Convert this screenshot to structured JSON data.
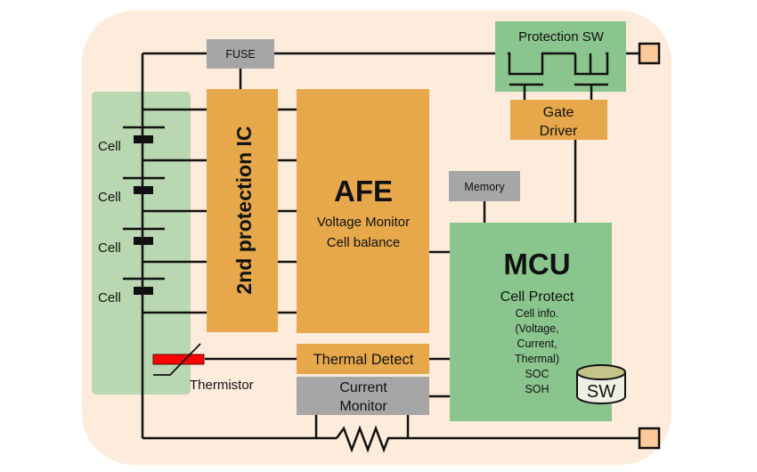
{
  "colors": {
    "background_panel": "#fdebdc",
    "battery_pack": "#b9d7b0",
    "ic_orange": "#e6a84b",
    "mcu_green": "#8bc58e",
    "gray_block": "#a6a6a6",
    "terminal": "#fdcb9a",
    "thermistor": "#ff0000"
  },
  "blocks": {
    "fuse": "FUSE",
    "protection_sw": "Protection SW",
    "gate_driver": [
      "Gate",
      "Driver"
    ],
    "second_protection_ic": "2nd protection IC",
    "afe": {
      "title": "AFE",
      "lines": [
        "Voltage Monitor",
        "Cell balance"
      ]
    },
    "memory": "Memory",
    "mcu": {
      "title": "MCU",
      "subtitle": "Cell Protect",
      "lines": [
        "Cell info.",
        "(Voltage,",
        "Current,",
        "Thermal)",
        "SOC",
        "SOH"
      ],
      "sw_label": "SW"
    },
    "thermal_detect": "Thermal Detect",
    "current_monitor": [
      "Current",
      "Monitor"
    ]
  },
  "cells": [
    "Cell",
    "Cell",
    "Cell",
    "Cell"
  ],
  "thermistor_label": "Thermistor"
}
